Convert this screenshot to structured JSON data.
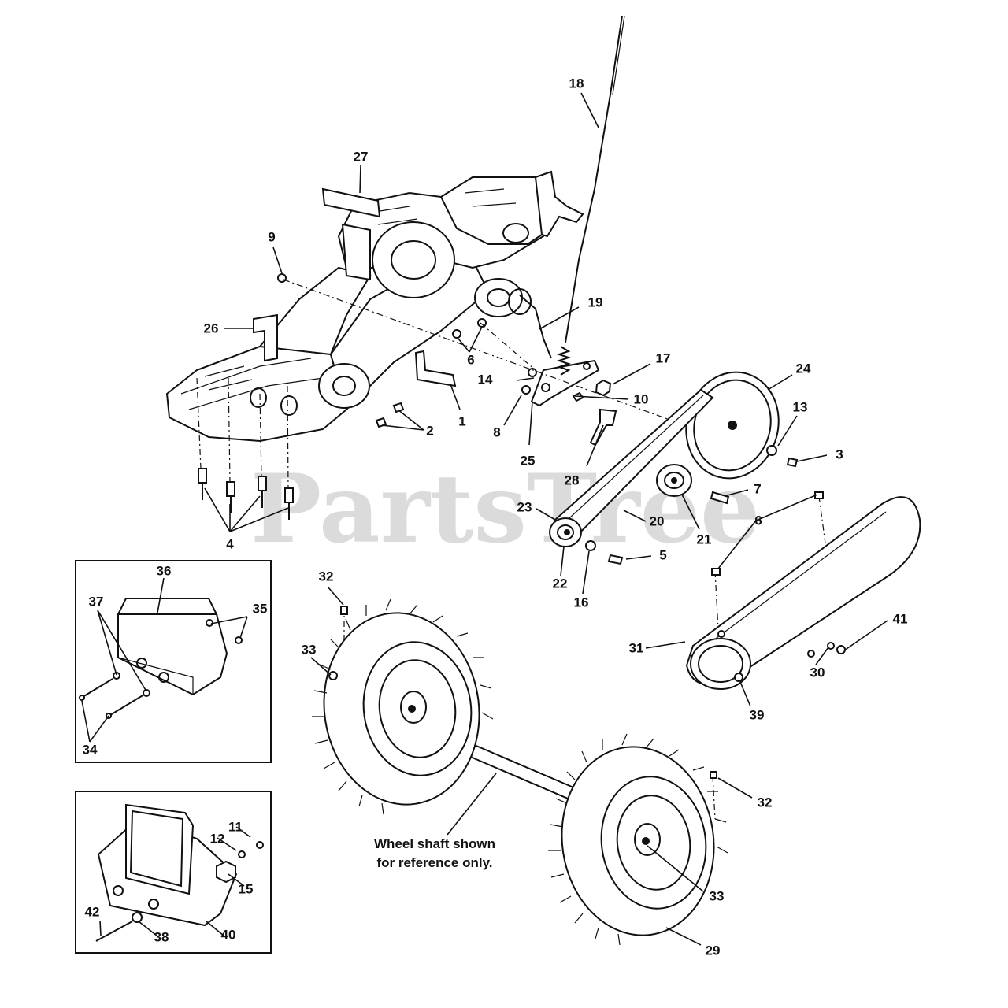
{
  "watermark": {
    "text": "PartsTree",
    "trademark": "™"
  },
  "note": {
    "line1": "Wheel shaft shown",
    "line2": "for reference only."
  },
  "callouts": {
    "c1": "1",
    "c2": "2",
    "c3": "3",
    "c4": "4",
    "c5": "5",
    "c6a": "6",
    "c6b": "6",
    "c7": "7",
    "c8": "8",
    "c9": "9",
    "c10": "10",
    "c11": "11",
    "c12": "12",
    "c13": "13",
    "c14": "14",
    "c15": "15",
    "c16": "16",
    "c17": "17",
    "c18": "18",
    "c19": "19",
    "c20": "20",
    "c21": "21",
    "c22": "22",
    "c23": "23",
    "c24": "24",
    "c25": "25",
    "c26": "26",
    "c27": "27",
    "c28": "28",
    "c29": "29",
    "c30": "30",
    "c31": "31",
    "c32a": "32",
    "c32b": "32",
    "c33a": "33",
    "c33b": "33",
    "c34": "34",
    "c35": "35",
    "c36": "36",
    "c37": "37",
    "c38": "38",
    "c39": "39",
    "c40": "40",
    "c41": "41",
    "c42": "42"
  }
}
